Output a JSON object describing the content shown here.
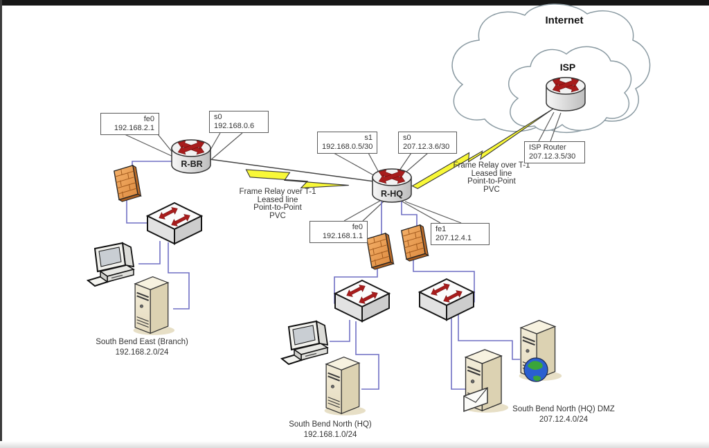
{
  "labels": {
    "internet": "Internet",
    "isp": "ISP"
  },
  "routers": {
    "rbr": "R-BR",
    "rhq": "R-HQ"
  },
  "port_boxes": [
    {
      "port": "fe0",
      "ip": "192.168.2.1"
    },
    {
      "port": "s0",
      "ip": "192.168.0.6"
    },
    {
      "port": "s1",
      "ip": "192.168.0.5/30"
    },
    {
      "port": "s0",
      "ip": "207.12.3.6/30"
    },
    {
      "port": "fe0",
      "ip": "192.168.1.1"
    },
    {
      "port": "fe1",
      "ip": "207.12.4.1"
    },
    {
      "port": "ISP Router",
      "ip": "207.12.3.5/30"
    }
  ],
  "wan": {
    "left": [
      "Frame Relay over T-1",
      "Leased line",
      "Point-to-Point",
      "PVC"
    ],
    "right": [
      "Frame Relay over T-1",
      "Leased line",
      "Point-to-Point",
      "PVC"
    ]
  },
  "sites": {
    "branch": {
      "name": "South Bend East (Branch)",
      "subnet": "192.168.2.0/24"
    },
    "hq": {
      "name": "South Bend North (HQ)",
      "subnet": "192.168.1.0/24"
    },
    "dmz": {
      "name": "South Bend North (HQ) DMZ",
      "subnet": "207.12.4.0/24"
    }
  },
  "colors": {
    "lan_link": "#6f6fc4",
    "callout": "#5a5a5a",
    "bolt": "#f8f838",
    "firewall": "#eda355",
    "arrow_red": "#a81c1c"
  }
}
